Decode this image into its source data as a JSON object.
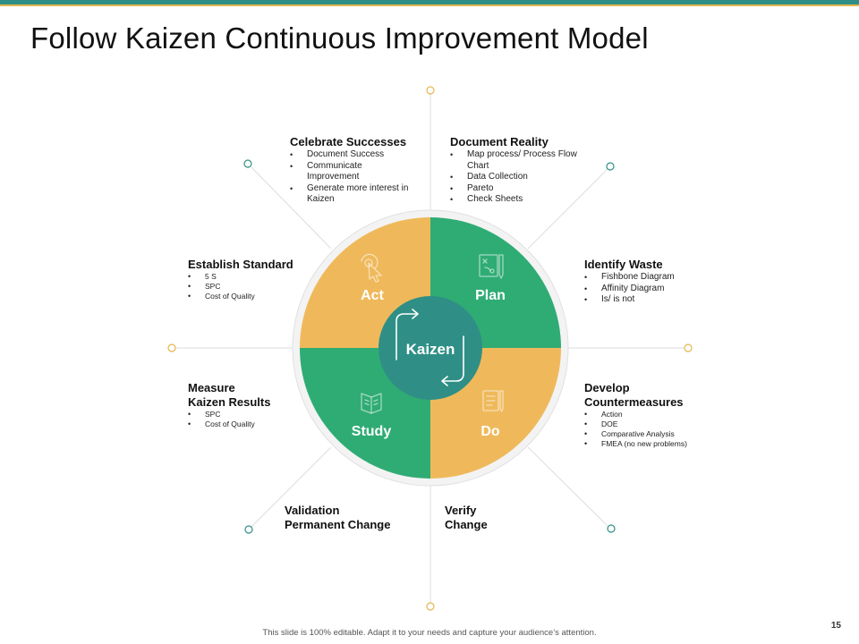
{
  "title": "Follow Kaizen Continuous Improvement Model",
  "colors": {
    "teal": "#2f8f86",
    "green": "#2fac74",
    "yellow": "#efb95b",
    "line": "#dddddd"
  },
  "center_label": "Kaizen",
  "quadrants": [
    {
      "label": "Act",
      "icon": "cursor-click-icon"
    },
    {
      "label": "Plan",
      "icon": "strategy-board-icon"
    },
    {
      "label": "Study",
      "icon": "open-book-icon"
    },
    {
      "label": "Do",
      "icon": "checklist-document-icon"
    }
  ],
  "steps": {
    "celebrate": {
      "heading": "Celebrate Successes",
      "items": [
        "Document Success",
        "Communicate Improvement",
        "Generate more interest in Kaizen"
      ]
    },
    "document": {
      "heading": "Document Reality",
      "items": [
        "Map process/ Process Flow Chart",
        "Data Collection",
        "Pareto",
        "Check Sheets"
      ]
    },
    "establish": {
      "heading": "Establish Standard",
      "items": [
        "5 S",
        "SPC",
        "Cost of Quality"
      ]
    },
    "identify": {
      "heading": "Identify Waste",
      "items": [
        "Fishbone Diagram",
        "Affinity Diagram",
        "Is/ is not"
      ]
    },
    "measure": {
      "heading_lines": [
        "Measure",
        "Kaizen Results"
      ],
      "items": [
        "SPC",
        "Cost of Quality"
      ]
    },
    "develop": {
      "heading_lines": [
        "Develop",
        "Countermeasures"
      ],
      "items": [
        "Action",
        "DOE",
        "Comparative Analysis",
        "FMEA (no new problems)"
      ]
    },
    "validation": {
      "heading_lines": [
        "Validation",
        "Permanent Change"
      ]
    },
    "verify": {
      "heading_lines": [
        "Verify",
        "Change"
      ]
    }
  },
  "footer": "This slide is 100% editable. Adapt it to your needs and capture your audience’s attention.",
  "page_number": "15"
}
